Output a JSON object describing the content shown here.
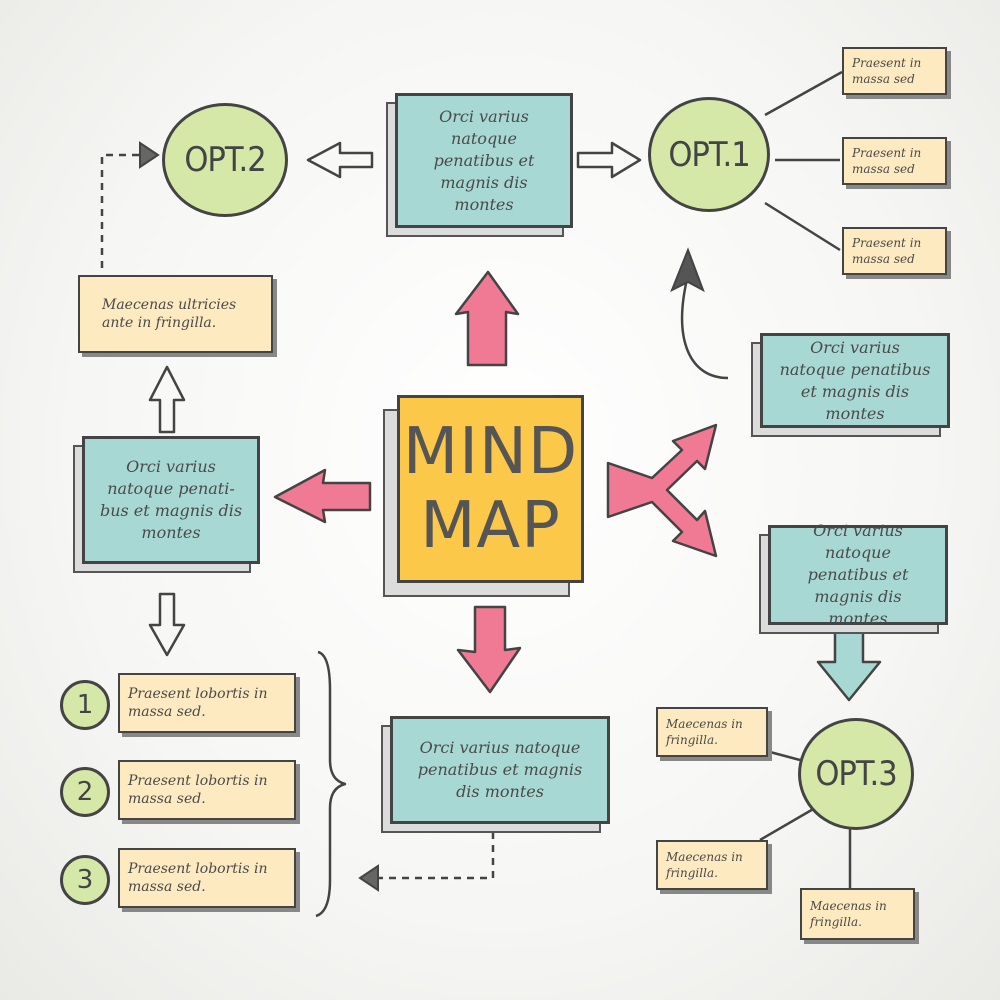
{
  "center": {
    "line1": "MIND",
    "line2": "MAP"
  },
  "options": {
    "opt1": "OPT.1",
    "opt2": "OPT.2",
    "opt3": "OPT.3"
  },
  "top_box": {
    "text": "Orci varius natoque penatibus et magnis dis montes"
  },
  "left_box": {
    "text": "Orci varius natoque penati- bus et magnis dis montes"
  },
  "bottom_box": {
    "text": "Orci varius natoque penatibus et magnis dis montes"
  },
  "right_box_upper": {
    "text": "Orci varius natoque penatibus et magnis dis montes"
  },
  "right_box_lower": {
    "text": "Orci varius natoque penatibus et magnis dis montes"
  },
  "left_note": {
    "text": "Maecenas ultricies ante in fringilla."
  },
  "opt1_notes": [
    "Praesent in massa sed",
    "Praesent in massa sed",
    "Praesent in massa sed"
  ],
  "opt3_notes": [
    "Maecenas in fringilla.",
    "Maecenas in fringilla.",
    "Maecenas in fringilla."
  ],
  "numbered_list": [
    {
      "num": "1",
      "text": "Praesent lobortis in massa sed."
    },
    {
      "num": "2",
      "text": "Praesent lobortis in massa sed."
    },
    {
      "num": "3",
      "text": "Praesent lobortis in massa sed."
    }
  ],
  "colors": {
    "center_fill": "#fbc84a",
    "box_fill": "#a8d8d3",
    "note_fill": "#fdeac0",
    "circle_fill": "#d5e8a8",
    "arrow_pink": "#f07a93",
    "outline": "#444444"
  }
}
